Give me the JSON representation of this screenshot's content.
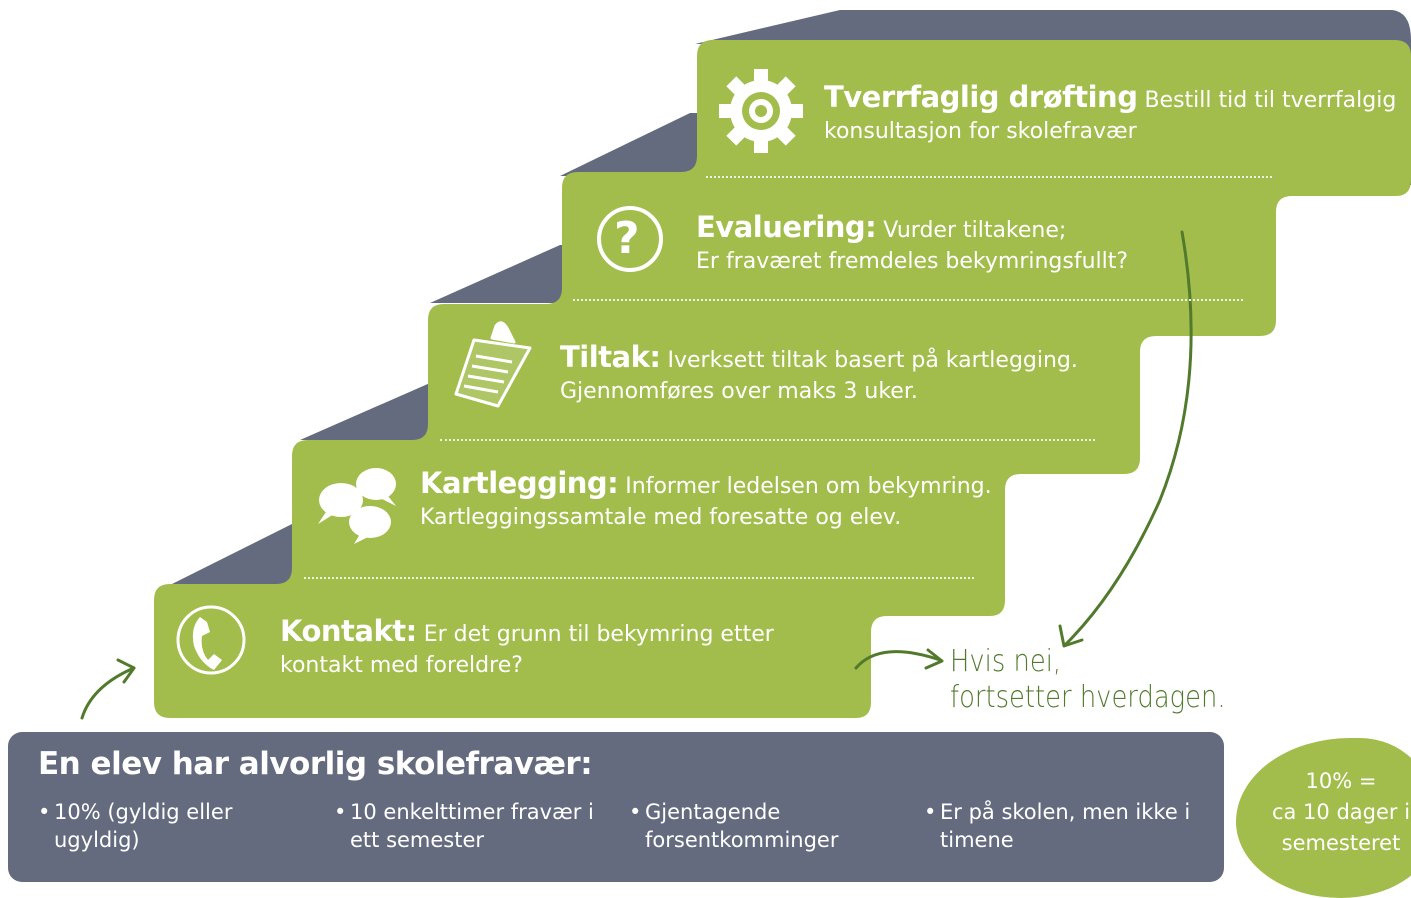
{
  "steps": [
    {
      "title": "Kontakt:",
      "line1": "Er det grunn til bekymring etter",
      "line2": "kontakt med foreldre?",
      "icon": "phone-icon"
    },
    {
      "title": "Kartlegging:",
      "line1": "Informer ledelsen om bekymring.",
      "line2": "Kartleggingssamtale med foresatte og elev.",
      "icon": "speech-bubbles-icon"
    },
    {
      "title": "Tiltak:",
      "line1": "Iverksett tiltak basert på kartlegging.",
      "line2": "Gjennomføres over maks 3 uker.",
      "icon": "clipboard-icon"
    },
    {
      "title": "Evaluering:",
      "line1": "Vurder tiltakene;",
      "line2": "Er fraværet fremdeles bekymringsfullt?",
      "icon": "question-icon"
    },
    {
      "title": "Tverrfaglig drøfting",
      "line1": "Bestill tid til tverrfalgig",
      "line2": "konsultasjon for skolefravær",
      "icon": "gear-icon"
    }
  ],
  "note": {
    "line1": "Hvis nei,",
    "line2": "fortsetter hverdagen."
  },
  "base": {
    "title": "En elev har alvorlig skolefravær:",
    "criteria": [
      {
        "line1": "10% (gyldig eller",
        "line2": "ugyldig)"
      },
      {
        "line1": "10 enkelttimer fravær i",
        "line2": "ett semester"
      },
      {
        "line1": "Gjentagende",
        "line2": "forsentkomminger"
      },
      {
        "line1": "Er på skolen, men ikke i",
        "line2": "timene"
      }
    ],
    "bullet": "•"
  },
  "info_blob": {
    "line1": "10% =",
    "line2": "ca 10 dager i",
    "line3": "semesteret"
  },
  "colors": {
    "green": "#a2bd4c",
    "slate": "#656b7e",
    "arrow": "#527a2d"
  }
}
